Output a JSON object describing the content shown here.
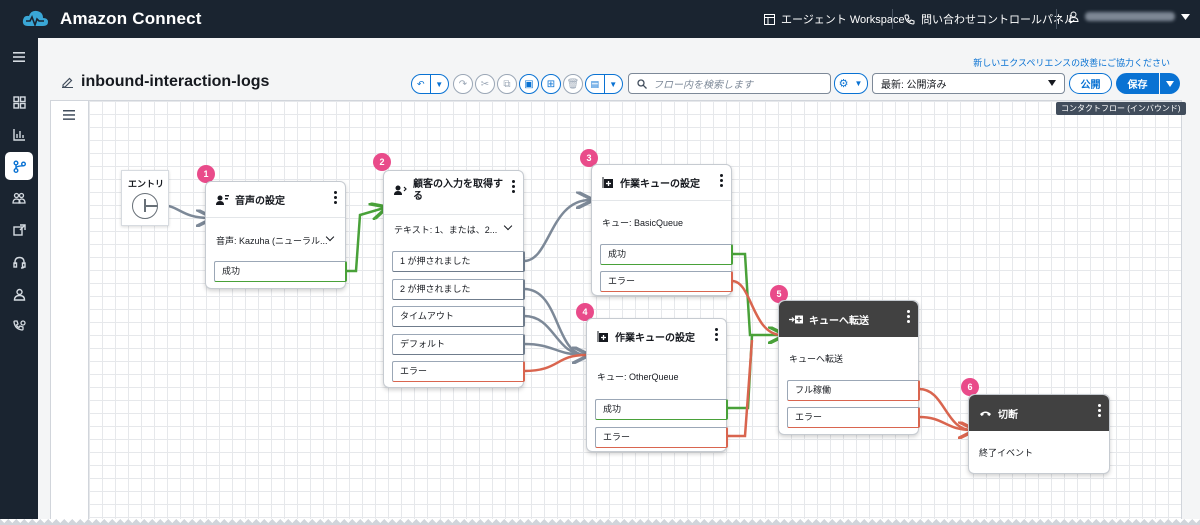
{
  "header": {
    "app_title": "Amazon Connect",
    "agent_workspace": "エージェント Workspace",
    "contact_control_panel": "問い合わせコントロールパネル"
  },
  "sidebar": {
    "items": [
      {
        "icon": "menu-icon"
      },
      {
        "icon": "dashboard-icon"
      },
      {
        "icon": "analytics-icon"
      },
      {
        "icon": "routing-icon",
        "active": true
      },
      {
        "icon": "users-icon"
      },
      {
        "icon": "channels-icon"
      },
      {
        "icon": "headset-icon"
      },
      {
        "icon": "customer-profile-icon"
      },
      {
        "icon": "phone-settings-icon"
      }
    ]
  },
  "page": {
    "feedback_link": "新しいエクスペリエンスの改善にご協力ください",
    "flow_title": "inbound-interaction-logs",
    "search_placeholder": "フロー内を検索します",
    "version_label": "最新: 公開済み",
    "publish_label": "公開",
    "save_label": "保存",
    "flow_type": "コンタクトフロー (インバウンド)"
  },
  "nodes": {
    "entry": {
      "label": "エントリ"
    },
    "voice": {
      "number": "1",
      "title": "音声の設定",
      "detail": "音声: Kazuha (ニューラル...",
      "branches": [
        "成功"
      ]
    },
    "input": {
      "number": "2",
      "title_line1": "顧客の入力を取得す",
      "title_line2": "る",
      "detail": "テキスト: 1、または、2...",
      "branches": [
        "1 が押されました",
        "2 が押されました",
        "タイムアウト",
        "デフォルト",
        "エラー"
      ]
    },
    "queue1": {
      "number": "3",
      "title": "作業キューの設定",
      "detail": "キュー: BasicQueue",
      "branches": [
        "成功",
        "エラー"
      ]
    },
    "queue2": {
      "number": "4",
      "title": "作業キューの設定",
      "detail": "キュー: OtherQueue",
      "branches": [
        "成功",
        "エラー"
      ]
    },
    "transfer": {
      "number": "5",
      "title": "キューへ転送",
      "detail": "キューへ転送",
      "branches": [
        "フル稼働",
        "エラー"
      ]
    },
    "disconnect": {
      "number": "6",
      "title": "切断",
      "detail": "終了イベント"
    }
  },
  "colors": {
    "accent": "#0972d3",
    "success_wire": "#49a139",
    "error_wire": "#d9654f",
    "neutral_wire": "#7d8998",
    "badge": "#e94b8a",
    "header_bg": "#1a2430"
  }
}
